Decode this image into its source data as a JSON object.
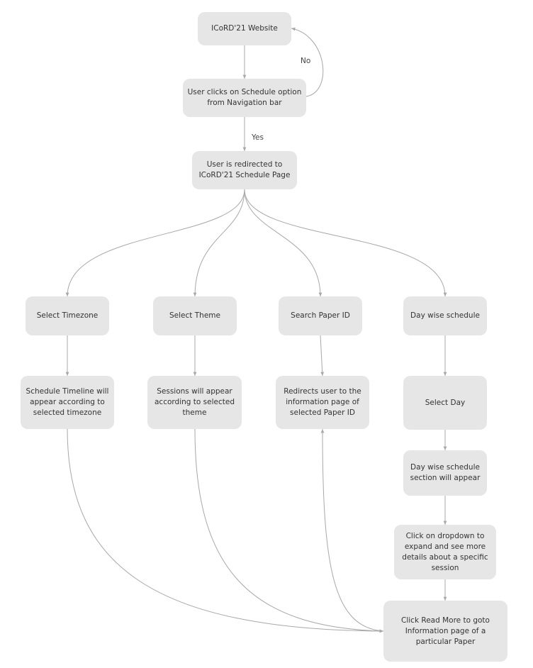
{
  "nodes": {
    "website": "ICoRD'21 Website",
    "schedule_click": "User clicks on Schedule option\nfrom Navigation bar",
    "redirected": "User is redirected to\nICoRD'21 Schedule Page",
    "timezone": "Select Timezone",
    "theme": "Select Theme",
    "search": "Search Paper ID",
    "daywise": "Day wise schedule",
    "timeline": "Schedule Timeline will\nappear according to\nselected timezone",
    "sessions": "Sessions will appear\naccording to selected\ntheme",
    "redirects_user": "Redirects user to the\ninformation  page of\nselected Paper ID",
    "select_day": "Select Day",
    "day_section": "Day wise schedule\nsection will appear",
    "dropdown": "Click on dropdown to\nexpand and see more\ndetails about a specific\nsession",
    "read_more": "Click Read More to goto\nInformation page of a\nparticular Paper"
  },
  "edge_labels": {
    "no": "No",
    "yes": "Yes"
  },
  "colors": {
    "node_fill": "#e6e6e6",
    "edge": "#a8a8a8"
  }
}
